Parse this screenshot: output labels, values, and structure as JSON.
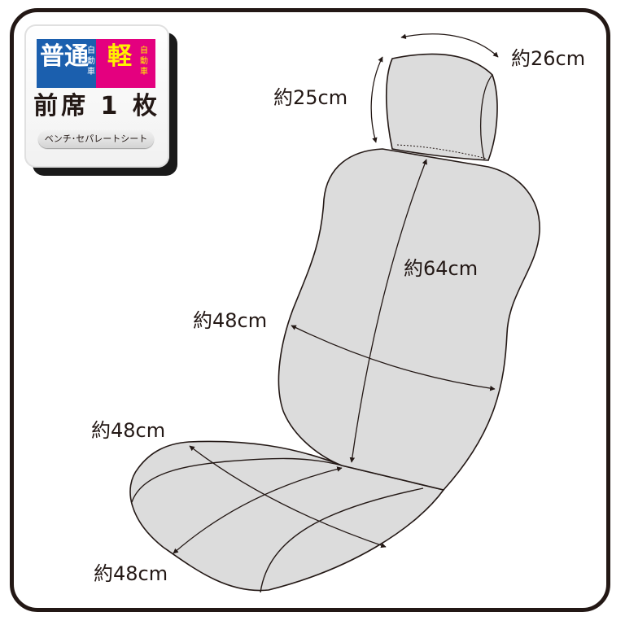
{
  "badge": {
    "regular_car": "普通",
    "regular_car_suffix": "自動車",
    "kei_car": "軽",
    "kei_car_suffix": "自動車",
    "main": "前席 1 枚",
    "seat_type": "ベンチ･セパレートシート",
    "colors": {
      "blue": "#1b5fae",
      "pink": "#e4007f",
      "yellow": "#fff100"
    }
  },
  "dimensions": {
    "headrest_width": "約26cm",
    "headrest_height": "約25cm",
    "backrest_height": "約64cm",
    "backrest_width": "約48cm",
    "seat_depth": "約48cm",
    "seat_width": "約48cm"
  },
  "colors": {
    "outline": "#231815",
    "fill": "#dcdcdc",
    "frame": "#231815"
  }
}
